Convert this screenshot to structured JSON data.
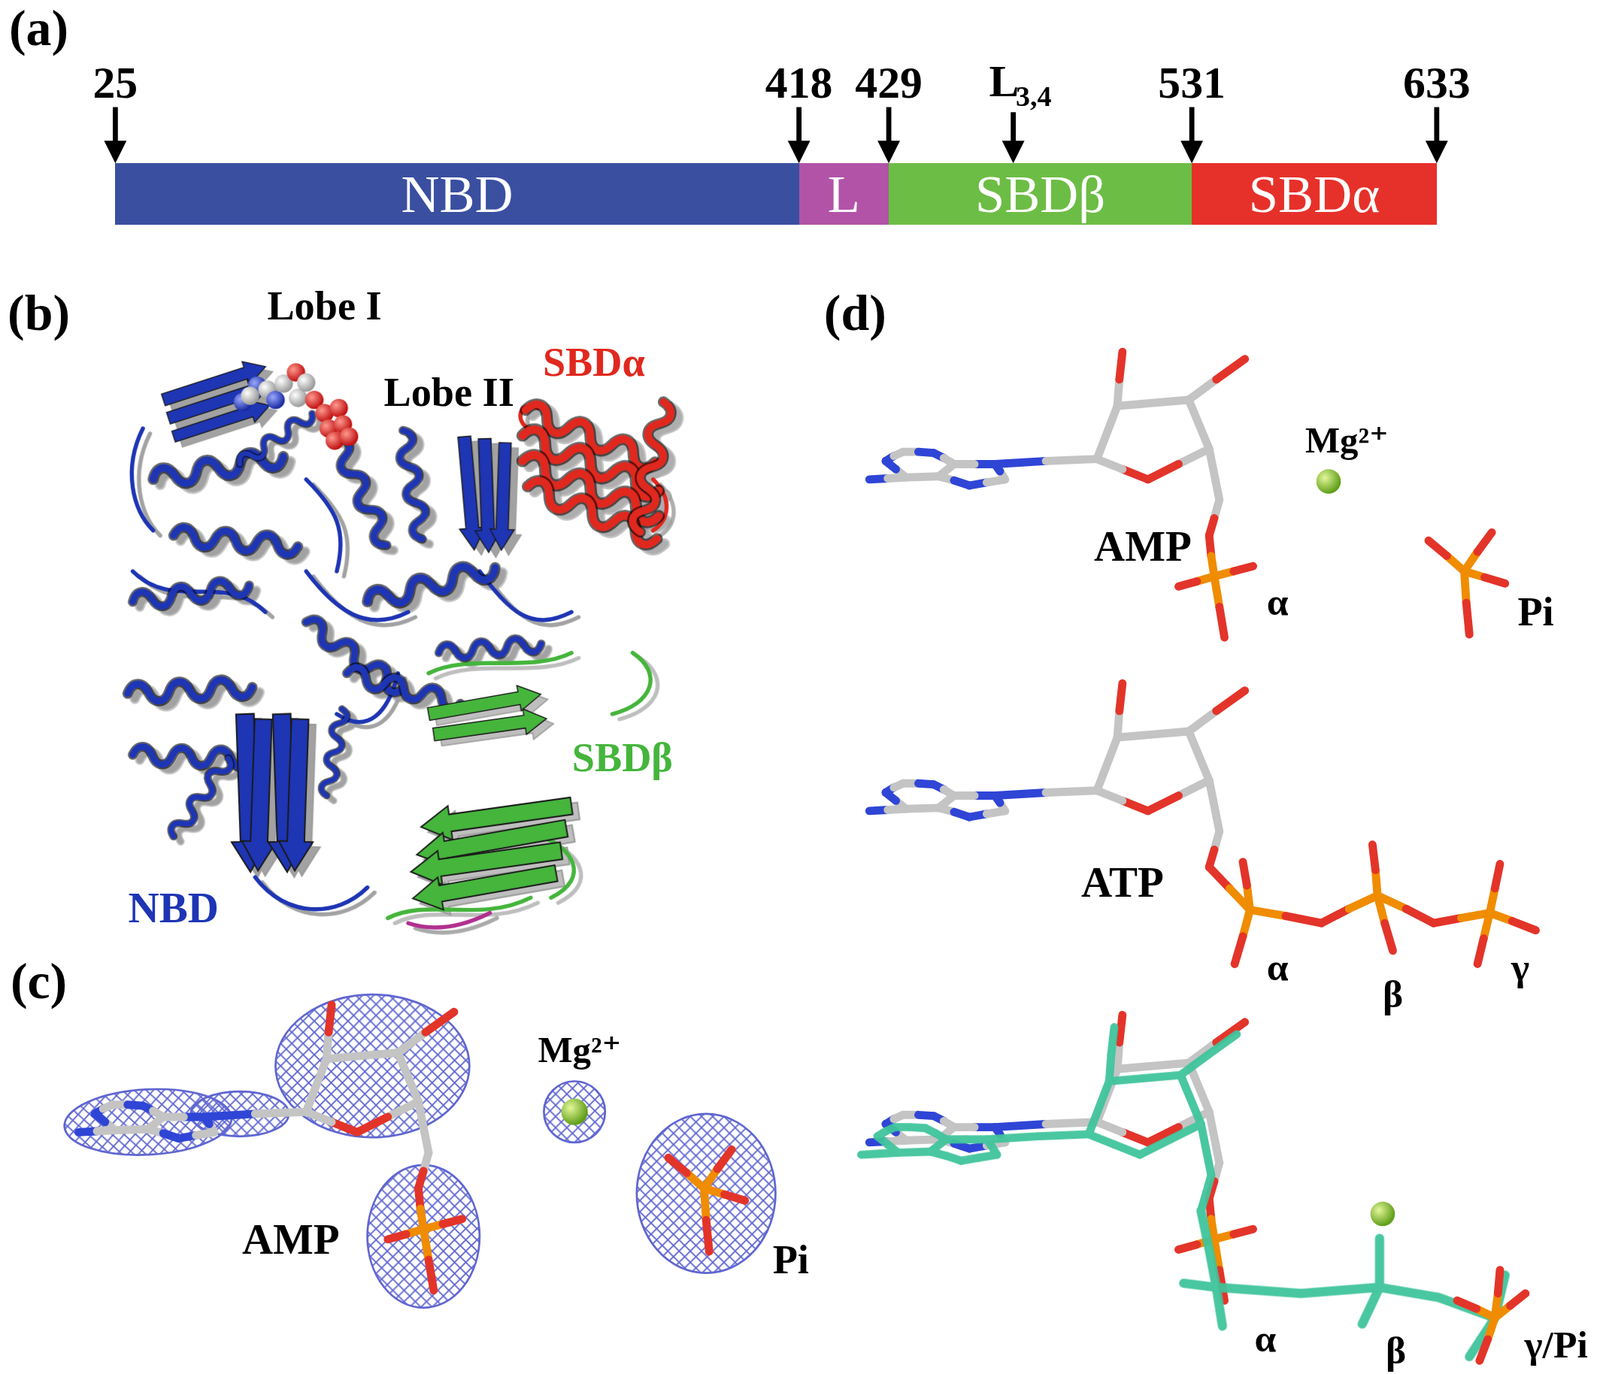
{
  "diagram": {
    "nodes": [
      {
        "text": [
          "NBD"
        ]
      },
      {
        "text": [
          "L"
        ]
      },
      {
        "text": [
          "SBDβ"
        ]
      },
      {
        "text": [
          "SBDα"
        ]
      }
    ],
    "labels": [
      "(a)",
      "25",
      "418",
      "429",
      "L",
      "3,4",
      "531",
      "633",
      "(b)",
      "Lobe I",
      "Lobe II",
      "SBDα",
      "SBDβ",
      "NBD",
      "(c)",
      "Mg²⁺",
      "AMP",
      "Pi",
      "(d)",
      "Mg²⁺",
      "AMP",
      "α",
      "Pi",
      "ATP",
      "α",
      "β",
      "γ",
      "α",
      "β",
      "γ/Pi"
    ]
  }
}
